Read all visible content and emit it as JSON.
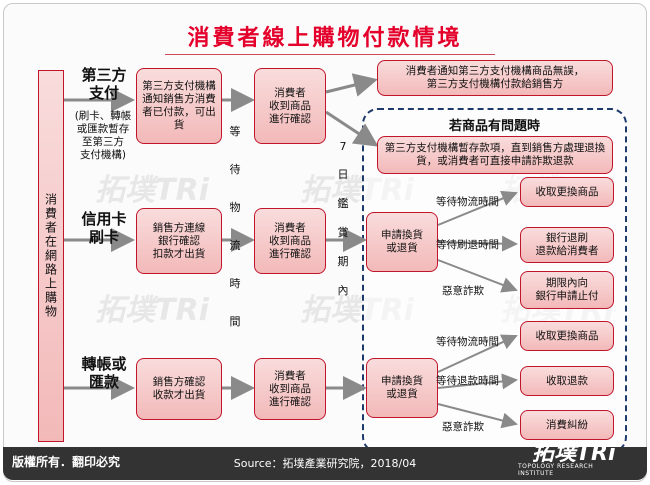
{
  "title": "消費者線上購物付款情境",
  "left_label": "消費者在網路上購物",
  "rows": {
    "third_party": {
      "method": "第三方\n支付",
      "method_sub": "(刷卡、轉帳\n或匯款暫存\n至第三方\n支付機構)",
      "step1": "第三方支付機構通知銷售方消費者已付款，可出貨",
      "step2": "消費者\n收到商品\n進行確認"
    },
    "credit_card": {
      "method": "信用卡\n刷卡",
      "step1": "銷售方連線\n銀行確認\n扣款才出貨",
      "step2": "消費者\n收到商品\n進行確認",
      "dispute": "申請換貨\n或退貨",
      "branches": [
        "等待物流時間",
        "等待刷退時間",
        "惡意詐欺"
      ],
      "outcomes": [
        "收取更換商品",
        "銀行退刷\n退款給消費者",
        "期限內向\n銀行申請止付"
      ]
    },
    "transfer": {
      "method": "轉帳或\n匯款",
      "step1": "銷售方確認\n收款才出貨",
      "step2": "消費者\n收到商品\n進行確認",
      "dispute": "申請換貨\n或退貨",
      "branches": [
        "等待物流時間",
        "等待退款時間",
        "惡意詐欺"
      ],
      "outcomes": [
        "收取更換商品",
        "收取退款",
        "消費糾紛"
      ]
    }
  },
  "ok_result": "消費者通知第三方支付機構商品無誤，\n第三方支付機構付款給銷售方",
  "problem_title": "若商品有問題時",
  "problem_text": "第三方支付機構暫存款項，直到銷售方處理退換貨，或消費者可直接申請詐欺退款",
  "wait_chars": [
    "等",
    "待",
    "物",
    "流",
    "時",
    "間"
  ],
  "seven_day_chars": [
    "7",
    "日",
    "鑑",
    "賞",
    "期",
    "內"
  ],
  "watermark": "拓墣TRi",
  "footer": {
    "copyright": "版權所有．翻印必究",
    "source": "Source：拓墣產業研究院，2018/04",
    "logo": "拓墣TRi",
    "logo_sub": "TOPOLOGY RESEARCH INSTITUTE"
  },
  "colors": {
    "accent": "#e4002b",
    "box_border": "#c0162c",
    "box_fill": "#f6c9c9",
    "dashed": "#1d3a6b",
    "arrow": "#8a8a8a",
    "footer": "#333333"
  }
}
